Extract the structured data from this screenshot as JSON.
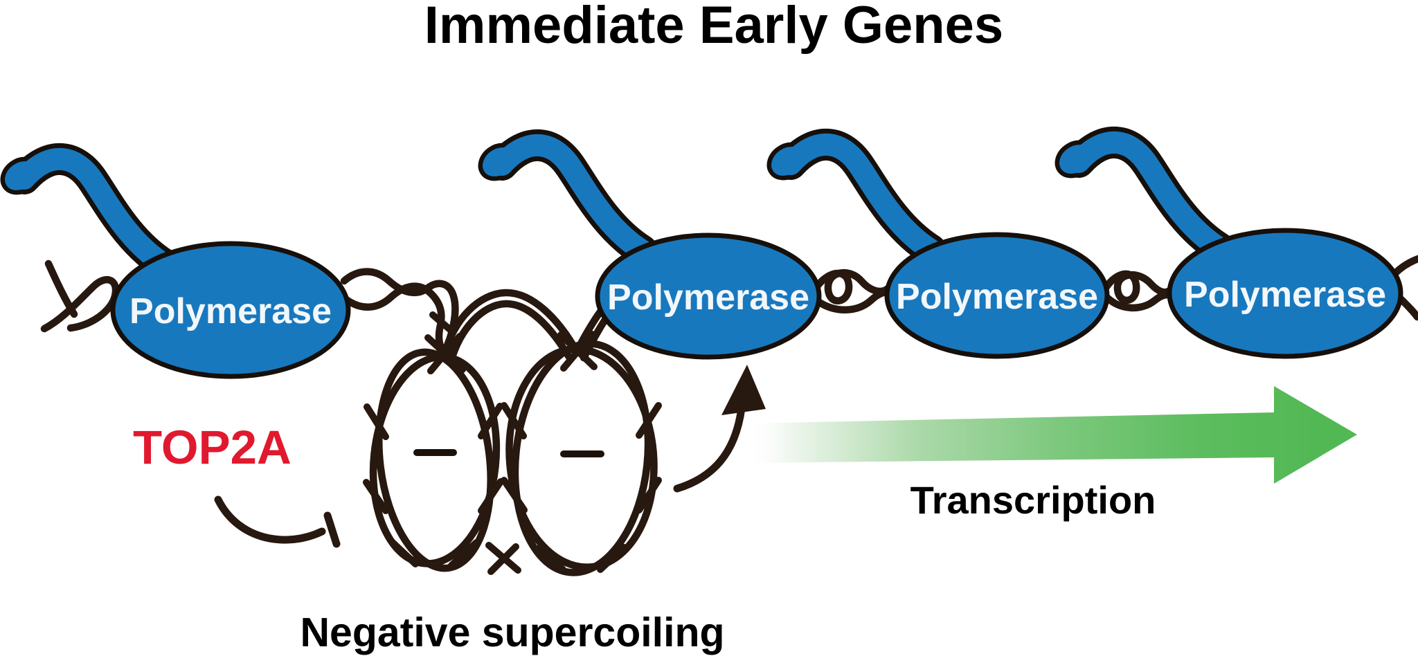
{
  "diagram_title": "Immediate Early Genes",
  "polymerase": {
    "label": "Polymerase",
    "count": 4
  },
  "top2a": {
    "label": "TOP2A",
    "role": "inhibits negative supercoiling"
  },
  "supercoiling": {
    "caption": "Negative supercoiling",
    "minus_symbol": "−",
    "loop_count": 2
  },
  "transcription": {
    "label": "Transcription",
    "direction": "right"
  },
  "colors": {
    "bg": "#ffffff",
    "ink": "#000000",
    "dna": "#271810",
    "outline": "#160f0a",
    "poly_fill": "#1878be",
    "poly_text": "#f2f7fa",
    "top2a_red": "#e0192e",
    "green": "#52b854",
    "green_mid": "#7cc87d",
    "green_light": "#abd9a9",
    "green_fade": "#ffffff"
  }
}
